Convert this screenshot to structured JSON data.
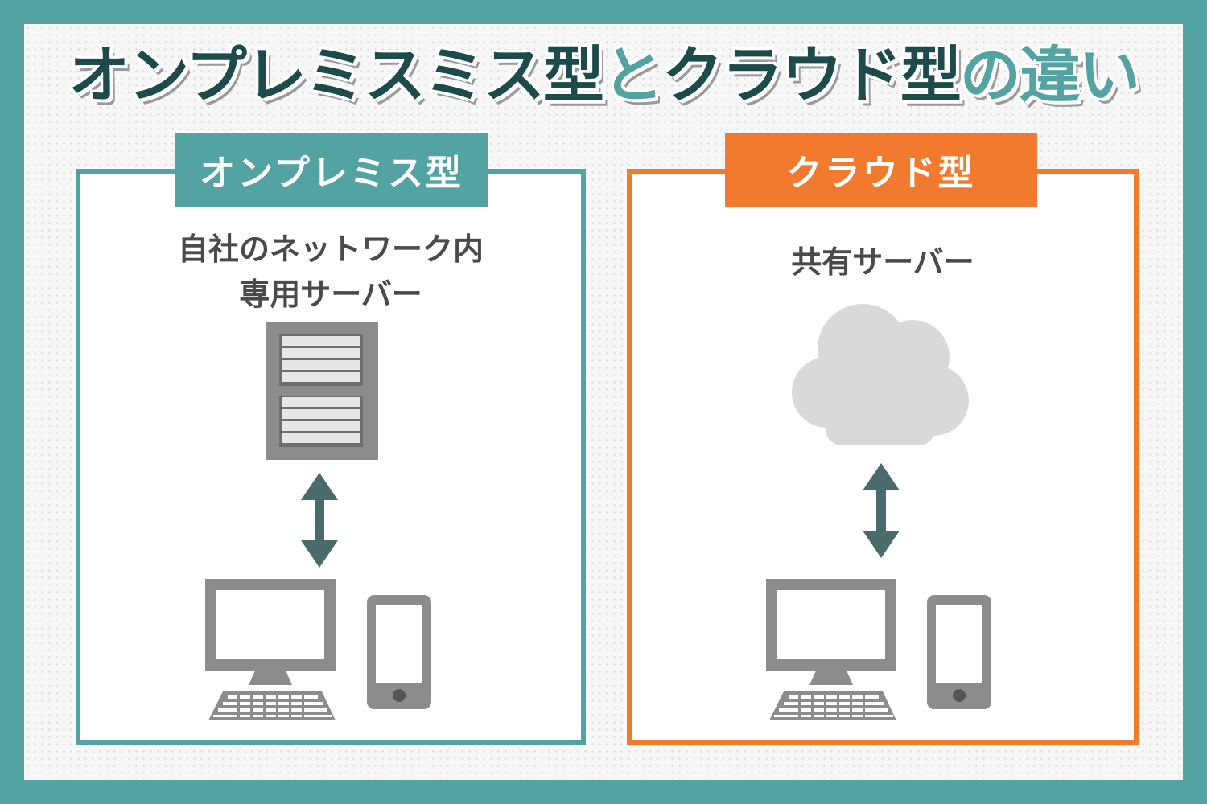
{
  "title": {
    "part1": "オンプレミスミス型",
    "part2": "と",
    "part3": "クラウド型",
    "part4": "の違い"
  },
  "left_panel": {
    "tab": "オンプレミス型",
    "caption_line1": "自社のネットワーク内",
    "caption_line2": "専用サーバー"
  },
  "right_panel": {
    "tab": "クラウド型",
    "caption_line1": "共有サーバー"
  },
  "colors": {
    "frame_teal": "#54a3a3",
    "accent_orange": "#f27a2e",
    "title_dark": "#1d4a4a",
    "icon_gray": "#8c8c8c",
    "cloud_gray": "#d9d9d9",
    "arrow": "#4a6b6b"
  },
  "icons": [
    "server-icon",
    "cloud-icon",
    "double-arrow-icon",
    "desktop-computer-icon",
    "keyboard-icon",
    "smartphone-icon"
  ]
}
